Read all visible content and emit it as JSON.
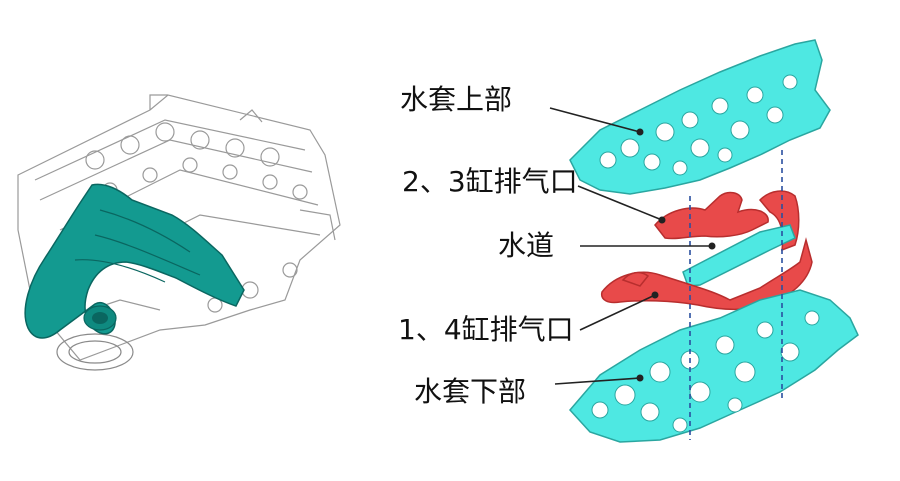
{
  "labels": {
    "upper_jacket": "水套上部",
    "exhaust_23": "2、3缸排气口",
    "water_channel": "水道",
    "exhaust_14": "1、4缸排气口",
    "lower_jacket": "水套下部"
  },
  "colors": {
    "water_jacket": "#4ee8e2",
    "water_jacket_edge": "#2aa6a0",
    "exhaust_port": "#e84a4a",
    "exhaust_port_edge": "#b82e2e",
    "manifold": "#139a90",
    "manifold_edge": "#0a6660",
    "engine_outline": "#9a9a9a",
    "guide_line": "#2a4fa0",
    "leader": "#222222"
  }
}
